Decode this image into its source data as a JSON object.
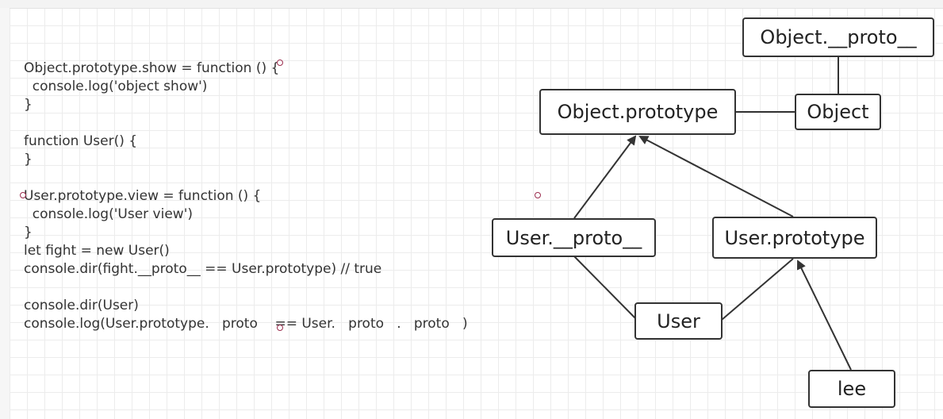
{
  "code": {
    "lines": [
      "Object.prototype.show = function () {",
      "  console.log('object show')",
      "}",
      "",
      "function User() {",
      "}",
      "",
      "User.prototype.view = function () {",
      "  console.log('User view')",
      "}",
      "let fight = new User()",
      "console.dir(fight.__proto__ == User.prototype) // true",
      "",
      "console.dir(User)",
      "console.log(User.prototype.   proto    == User.   proto   .   proto   )"
    ]
  },
  "diagram": {
    "nodes": {
      "object_proto_dunder": "Object.__proto__",
      "object_prototype": "Object.prototype",
      "object": "Object",
      "user_proto_dunder": "User.__proto__",
      "user_prototype": "User.prototype",
      "user": "User",
      "lee": "lee"
    },
    "edges": [
      {
        "from": "object",
        "to": "object_proto_dunder",
        "arrow": false
      },
      {
        "from": "object",
        "to": "object_prototype",
        "arrow": false
      },
      {
        "from": "user_proto_dunder",
        "to": "object_prototype",
        "arrow": true
      },
      {
        "from": "user_prototype",
        "to": "object_prototype",
        "arrow": true
      },
      {
        "from": "user",
        "to": "user_proto_dunder",
        "arrow": false
      },
      {
        "from": "user",
        "to": "user_prototype",
        "arrow": false
      },
      {
        "from": "lee",
        "to": "user_prototype",
        "arrow": true
      }
    ]
  },
  "colors": {
    "stroke": "#333333",
    "marker": "#9b2d4e"
  }
}
